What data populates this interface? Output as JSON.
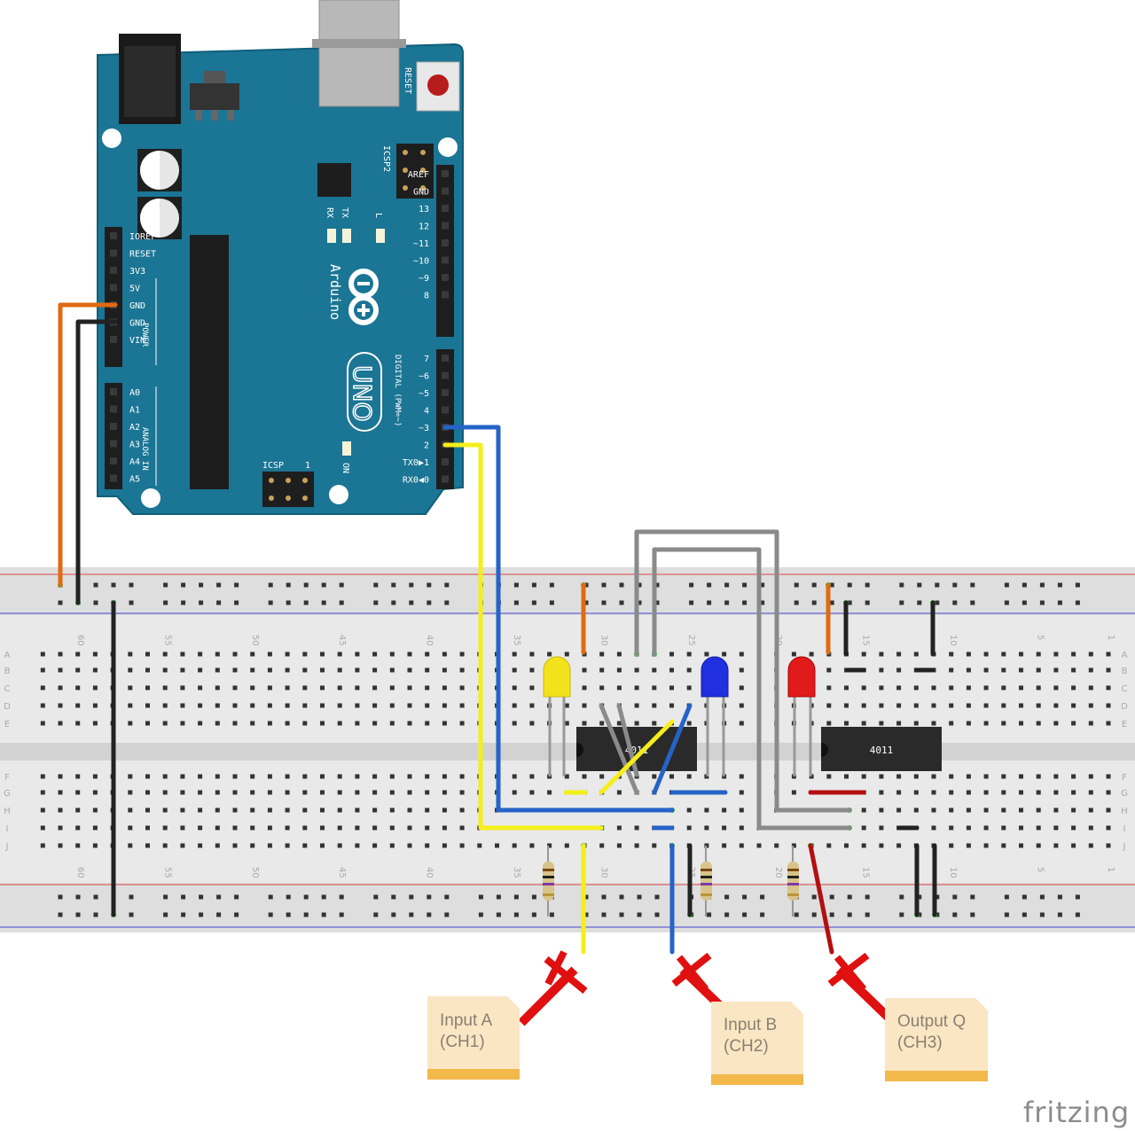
{
  "arduino": {
    "board_name": "UNO",
    "brand": "Arduino",
    "reset_label": "RESET",
    "icsp2_label": "ICSP2",
    "icsp_label": "ICSP",
    "icsp_pin1": "1",
    "on_label": "ON",
    "led_labels": [
      "TX",
      "RX",
      "L"
    ],
    "digital_header_label": "DIGITAL (PWM=~)",
    "power_label": "POWER",
    "analog_label": "ANALOG IN",
    "power_pins": [
      "IOREF",
      "RESET",
      "3V3",
      "5V",
      "GND",
      "GND",
      "VIN"
    ],
    "analog_pins": [
      "A0",
      "A1",
      "A2",
      "A3",
      "A4",
      "A5"
    ],
    "digital_pins_top": [
      "AREF",
      "GND",
      "13",
      "12",
      "~11",
      "~10",
      "~9",
      "8"
    ],
    "digital_pins_bottom": [
      "7",
      "~6",
      "~5",
      "4",
      "~3",
      "2",
      "TX0▶1",
      "RX0◀0"
    ]
  },
  "breadboard": {
    "column_numbers": [
      "60",
      "55",
      "50",
      "45",
      "40",
      "35",
      "30",
      "25",
      "20",
      "15",
      "10",
      "5",
      "1"
    ],
    "row_letters_top": [
      "A",
      "B",
      "C",
      "D",
      "E"
    ],
    "row_letters_bottom": [
      "F",
      "G",
      "H",
      "I",
      "J"
    ]
  },
  "chips": [
    {
      "label": "4011"
    },
    {
      "label": "4011"
    }
  ],
  "probes": [
    {
      "line1": "Input A",
      "line2": "(CH1)"
    },
    {
      "line1": "Input B",
      "line2": "(CH2)"
    },
    {
      "line1": "Output Q",
      "line2": "(CH3)"
    }
  ],
  "leds": [
    {
      "color": "yellow",
      "hex": "#f2e21b"
    },
    {
      "color": "blue",
      "hex": "#2030e0"
    },
    {
      "color": "red",
      "hex": "#e11b1b"
    }
  ],
  "colors": {
    "board": "#1b7594",
    "wire_orange": "#e06a12",
    "wire_black": "#222222",
    "wire_blue": "#2563c9",
    "wire_yellow": "#f5ee1a",
    "wire_gray": "#8a8a8a",
    "wire_red": "#b30f0f",
    "probe_red": "#e01010",
    "note": "#fbe6c4"
  },
  "watermark": "fritzing"
}
